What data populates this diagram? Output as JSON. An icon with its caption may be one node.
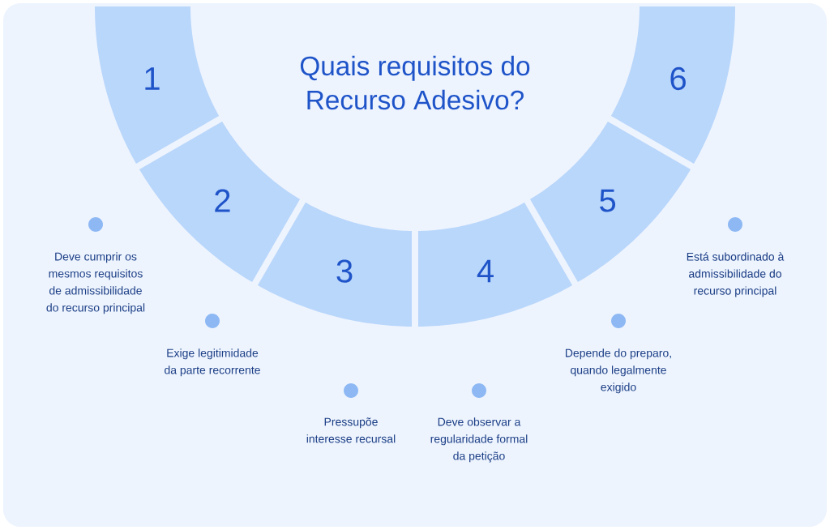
{
  "diagram": {
    "title": "Quais requisitos do Recurso Adesivo?",
    "nodes": [
      {
        "text": [
          "1"
        ]
      },
      {
        "text": [
          "2"
        ]
      },
      {
        "text": [
          "3"
        ]
      },
      {
        "text": [
          "4"
        ]
      },
      {
        "text": [
          "5"
        ]
      },
      {
        "text": [
          "6"
        ]
      }
    ],
    "labels": [
      "Deve cumprir os mesmos requisitos de admissibilidade do recurso principal",
      "Exige legitimidade da parte recorrente",
      "Pressupõe interesse recursal",
      "Deve observar a regularidade formal da petição",
      "Depende do preparo, quando legalmente exigido",
      "Está subordinado à admissibilidade do recurso principal"
    ]
  }
}
